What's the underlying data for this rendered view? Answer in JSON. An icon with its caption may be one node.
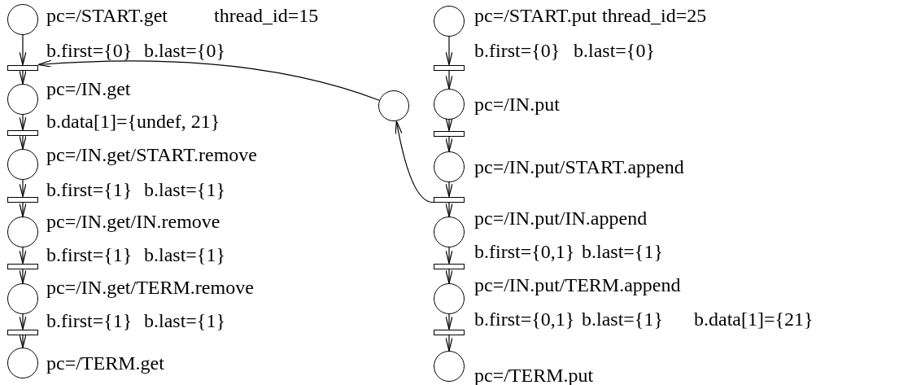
{
  "diagram": {
    "nodes": [
      {
        "text": [],
        "shape": "circle",
        "beside": [
          "pc=/START.get",
          "thread_id=15",
          "b.first={0}",
          "b.last={0}"
        ]
      },
      {
        "text": [],
        "shape": "bar"
      },
      {
        "text": [],
        "shape": "circle",
        "beside": [
          "pc=/IN.get",
          "b.data[1]={undef, 21}"
        ]
      },
      {
        "text": [],
        "shape": "bar"
      },
      {
        "text": [],
        "shape": "circle",
        "beside": [
          "pc=/IN.get/START.remove",
          "b.first={1}",
          "b.last={1}"
        ]
      },
      {
        "text": [],
        "shape": "bar"
      },
      {
        "text": [],
        "shape": "circle",
        "beside": [
          "pc=/IN.get/IN.remove",
          "b.first={1}",
          "b.last={1}"
        ]
      },
      {
        "text": [],
        "shape": "bar"
      },
      {
        "text": [],
        "shape": "circle",
        "beside": [
          "pc=/IN.get/TERM.remove",
          "b.first={1}",
          "b.last={1}"
        ]
      },
      {
        "text": [],
        "shape": "bar"
      },
      {
        "text": [],
        "shape": "circle",
        "beside": [
          "pc=/TERM.get"
        ]
      },
      {
        "text": [],
        "shape": "circle"
      },
      {
        "text": [],
        "shape": "circle",
        "beside": [
          "pc=/START.put",
          "thread_id=25",
          "b.first={0}",
          "b.last={0}"
        ]
      },
      {
        "text": [],
        "shape": "bar"
      },
      {
        "text": [],
        "shape": "circle",
        "beside": [
          "pc=/IN.put"
        ]
      },
      {
        "text": [],
        "shape": "bar"
      },
      {
        "text": [],
        "shape": "circle",
        "beside": [
          "pc=/IN.put/START.append"
        ]
      },
      {
        "text": [],
        "shape": "bar"
      },
      {
        "text": [],
        "shape": "circle",
        "beside": [
          "pc=/IN.put/IN.append",
          "b.first={0,1}",
          "b.last={1}"
        ]
      },
      {
        "text": [],
        "shape": "bar"
      },
      {
        "text": [],
        "shape": "circle",
        "beside": [
          "pc=/IN.put/TERM.append",
          "b.first={0,1}",
          "b.last={1}",
          "b.data[1]={21}"
        ]
      },
      {
        "text": [],
        "shape": "bar"
      },
      {
        "text": [],
        "shape": "circle",
        "beside": [
          "pc=/TERM.put"
        ]
      }
    ],
    "edges": [
      {
        "from": 0,
        "to": 1,
        "arrow": "to"
      },
      {
        "from": 1,
        "to": 2,
        "arrow": "to"
      },
      {
        "from": 2,
        "to": 3,
        "arrow": "to"
      },
      {
        "from": 3,
        "to": 4,
        "arrow": "to"
      },
      {
        "from": 4,
        "to": 5,
        "arrow": "to"
      },
      {
        "from": 5,
        "to": 6,
        "arrow": "to"
      },
      {
        "from": 6,
        "to": 7,
        "arrow": "to"
      },
      {
        "from": 7,
        "to": 8,
        "arrow": "to"
      },
      {
        "from": 8,
        "to": 9,
        "arrow": "to"
      },
      {
        "from": 9,
        "to": 10,
        "arrow": "to"
      },
      {
        "from": 12,
        "to": 13,
        "arrow": "to"
      },
      {
        "from": 13,
        "to": 14,
        "arrow": "to"
      },
      {
        "from": 14,
        "to": 15,
        "arrow": "to"
      },
      {
        "from": 15,
        "to": 16,
        "arrow": "to"
      },
      {
        "from": 16,
        "to": 17,
        "arrow": "to"
      },
      {
        "from": 17,
        "to": 18,
        "arrow": "to"
      },
      {
        "from": 18,
        "to": 19,
        "arrow": "to"
      },
      {
        "from": 19,
        "to": 20,
        "arrow": "to"
      },
      {
        "from": 20,
        "to": 21,
        "arrow": "to"
      },
      {
        "from": 21,
        "to": 22,
        "arrow": "to"
      },
      {
        "from": 17,
        "to": 11,
        "arrow": "to"
      },
      {
        "from": 11,
        "to": 1,
        "arrow": "to"
      }
    ]
  }
}
